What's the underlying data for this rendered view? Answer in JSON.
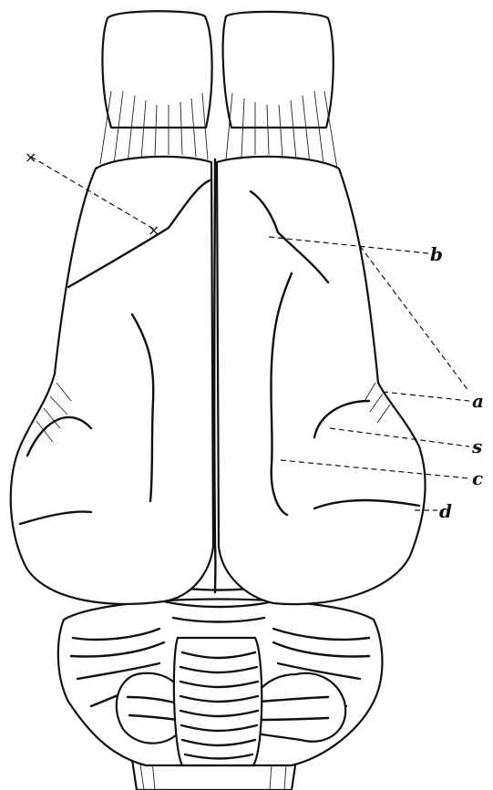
{
  "labels": {
    "a": "a",
    "b": "b",
    "s": "s",
    "c": "c",
    "d": "d",
    "cross_outer": "×",
    "cross_inner": "×"
  },
  "style": {
    "ink": "#111111",
    "paper": "#ffffff"
  }
}
